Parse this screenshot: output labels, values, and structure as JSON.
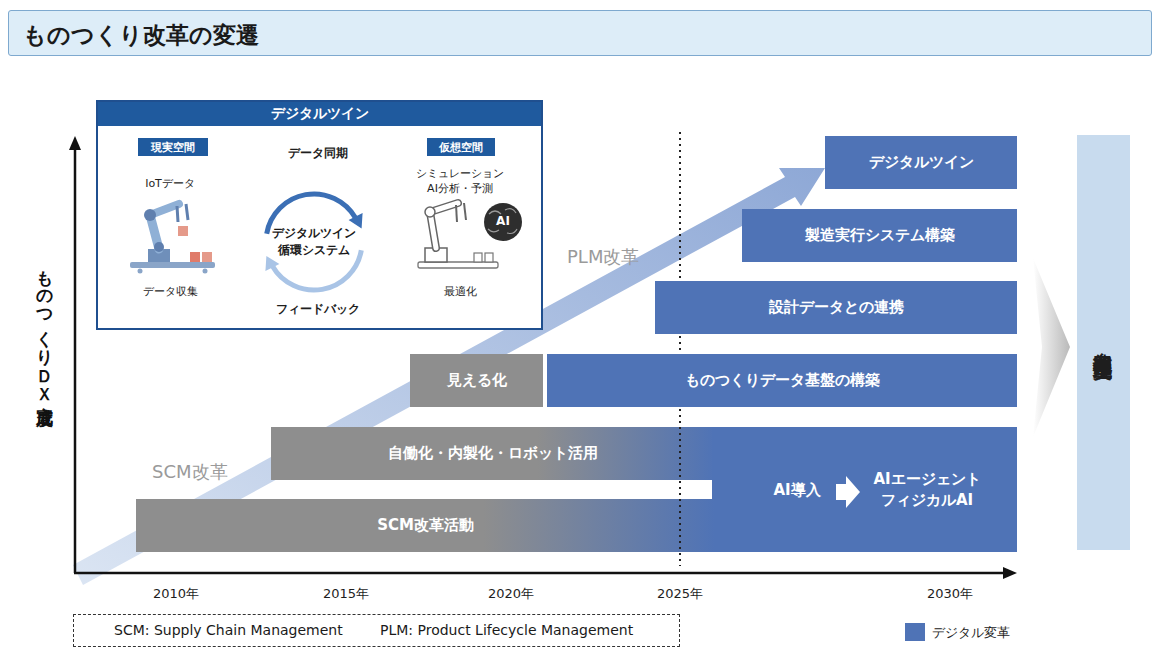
{
  "diagram": {
    "title": "ものつくり改革の変遷",
    "nodes": [
      {
        "text": [
          "デジタルツイン"
        ]
      },
      {
        "text": [
          "現実空間"
        ],
        "in": 0
      },
      {
        "text": [
          "仮想空間"
        ],
        "in": 0
      },
      {
        "text": [
          "デジタルツイン 循環システム"
        ],
        "in": 0
      },
      {
        "text": [
          "デジタルツイン"
        ]
      },
      {
        "text": [
          "製造実行システム構築"
        ]
      },
      {
        "text": [
          "設計データとの連携"
        ]
      },
      {
        "text": [
          "見える化"
        ]
      },
      {
        "text": [
          "ものつくりデータ基盤の構築"
        ]
      },
      {
        "text": [
          "自働化・内製化・ロボット活用"
        ]
      },
      {
        "text": [
          "AI導入",
          "AIエージェント フィジカルAI"
        ]
      },
      {
        "text": [
          "SCM改革活動"
        ]
      },
      {
        "text": [
          "自律同期化生産実現"
        ]
      },
      {
        "text": [
          "SCM: Supply Chain Management",
          "PLM: Product Lifecycle Management"
        ]
      }
    ],
    "labels": [
      "IoTデータ",
      "データ収集",
      "データ同期",
      "フィードバック",
      "シミュレーション AI分析・予測",
      "最適化",
      "AI",
      "PLM改革",
      "SCM改革",
      "ものつくりＤＸ完成度",
      "2010年",
      "2015年",
      "2020年",
      "2025年",
      "2030年"
    ],
    "legend": [
      {
        "text": "デジタル変革",
        "color": "#4f73b6"
      }
    ]
  }
}
